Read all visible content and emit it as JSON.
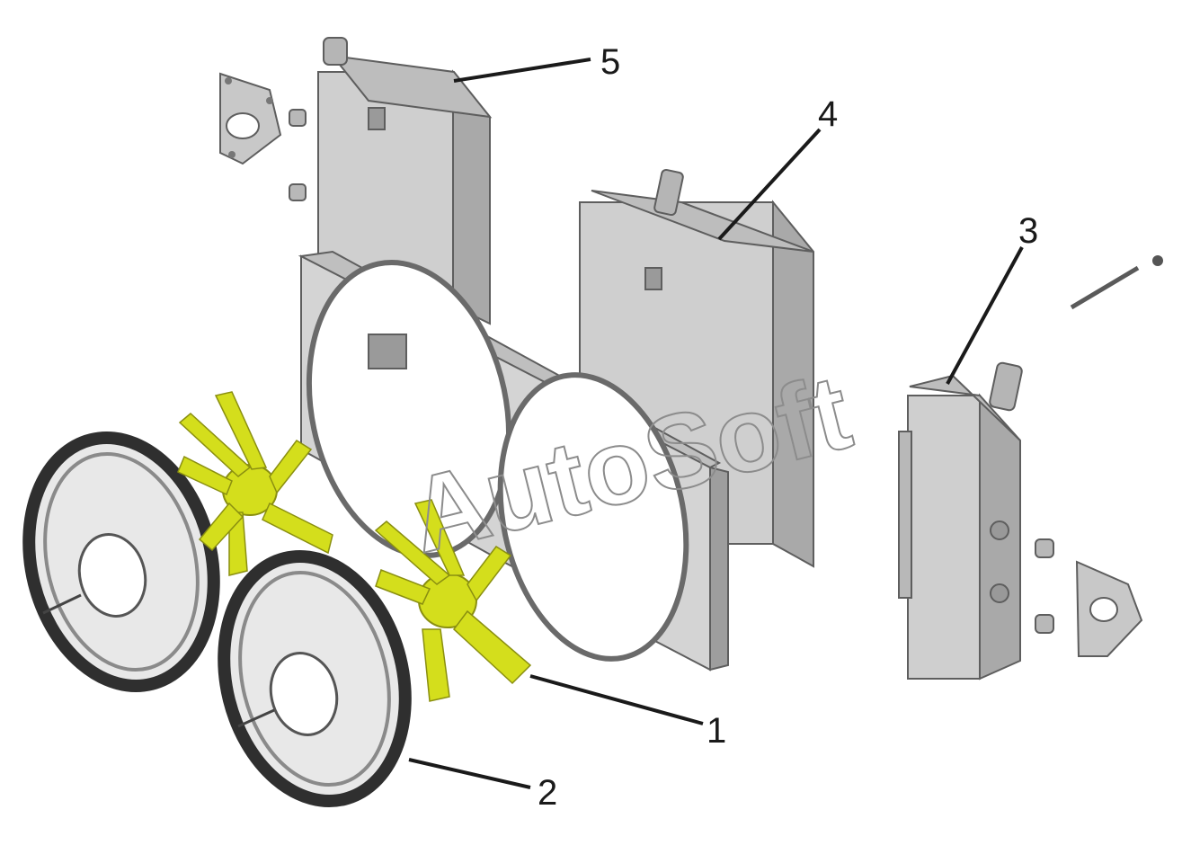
{
  "callouts": [
    {
      "number": "1"
    },
    {
      "number": "2"
    },
    {
      "number": "3"
    },
    {
      "number": "4"
    },
    {
      "number": "5"
    }
  ],
  "watermark": "AutoSoft",
  "colors": {
    "background": "#ffffff",
    "metal_face": "#cfcfcf",
    "metal_side": "#a9a9a9",
    "metal_dark": "#7a7a7a",
    "fan_blade": "#d4de1c",
    "guard": "#3a3a3a",
    "text": "#1a1a1a"
  }
}
